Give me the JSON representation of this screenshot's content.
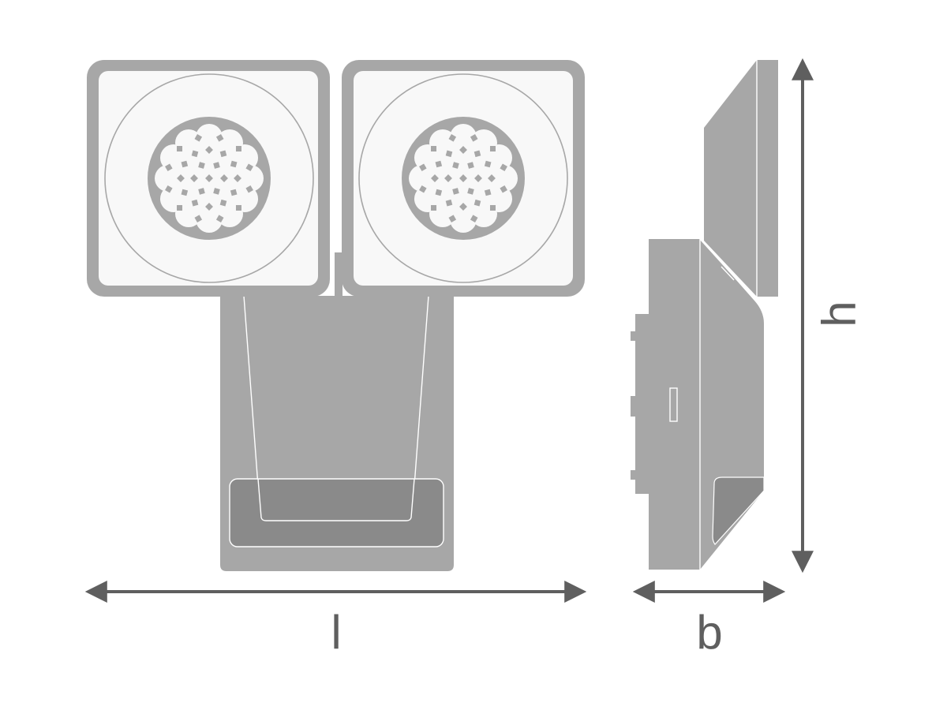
{
  "dimensions": {
    "length_label": "l",
    "width_label": "b",
    "height_label": "h"
  },
  "colors": {
    "housing": "#a7a7a7",
    "housing_dark": "#8a8a8a",
    "lens_face": "#f8f8f8",
    "outline": "#ffffff",
    "arrow": "#5f5f5f"
  },
  "icons": {
    "led_pattern": "flower-icon",
    "arrowhead": "arrowhead-icon"
  }
}
